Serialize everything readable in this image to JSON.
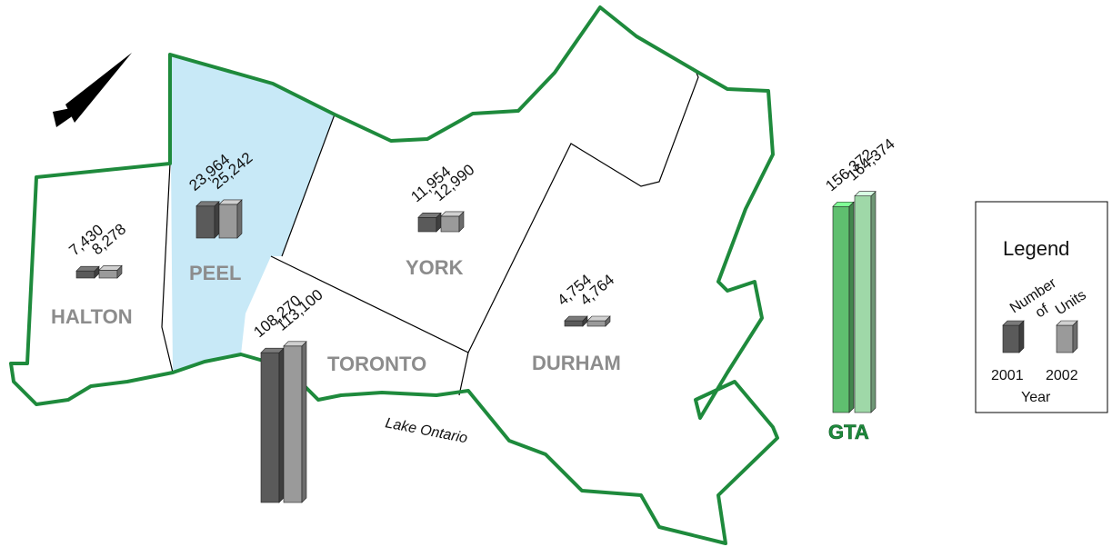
{
  "map": {
    "lake_label": "Lake Ontario",
    "colors": {
      "border": "#1e8a3c",
      "peel_fill": "#c8e9f7",
      "bar_2001": "#5a5a5a",
      "bar_2002": "#9a9a9a",
      "gta_2001": "#5fbf6f",
      "gta_2002": "#9fd8a8"
    },
    "icons": {
      "north_arrow": "north-arrow-icon"
    }
  },
  "chart_data": {
    "type": "bar",
    "categories": [
      "HALTON",
      "PEEL",
      "YORK",
      "TORONTO",
      "DURHAM",
      "GTA"
    ],
    "series": [
      {
        "name": "2001",
        "values": [
          7430,
          23964,
          11954,
          108270,
          4754,
          156372
        ]
      },
      {
        "name": "2002",
        "values": [
          8278,
          25242,
          12990,
          113100,
          4764,
          164374
        ]
      }
    ],
    "value_labels": {
      "2001": [
        "7,430",
        "23,964",
        "11,954",
        "108,270",
        "4,754",
        "156,372"
      ],
      "2002": [
        "8,278",
        "25,242",
        "12,990",
        "113,100",
        "4,764",
        "164,374"
      ]
    }
  },
  "legend": {
    "title": "Legend",
    "line1": "Number",
    "line2": "of",
    "line3": "Units",
    "year_2001": "2001",
    "year_2002": "2002",
    "year_label": "Year"
  }
}
